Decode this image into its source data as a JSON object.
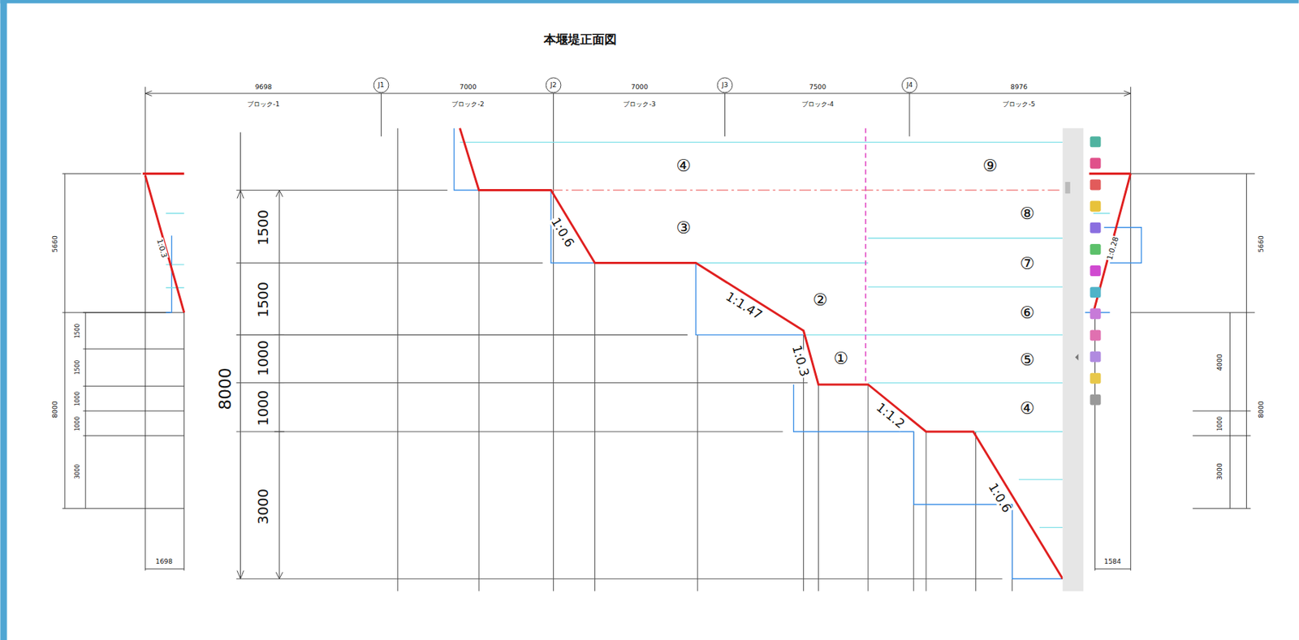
{
  "diagram": {
    "title": "本堰堤正面図",
    "labels": [
      "9698",
      "ブロック-1",
      "J1",
      "7000",
      "ブロック-2",
      "J2",
      "7000",
      "ブロック-3",
      "J3",
      "7500",
      "ブロック-4",
      "J4",
      "8976",
      "ブロック-5",
      "5660",
      "1:0.3",
      "1500",
      "1500",
      "1000",
      "1000",
      "3000",
      "8000",
      "1698",
      "8000",
      "1500",
      "1500",
      "1000",
      "1000",
      "3000",
      "④",
      "③",
      "1:0.6",
      "1:1.47",
      "②",
      "1:0.3",
      "①",
      "1:1.2",
      "1:0.6",
      "⑨",
      "⑧",
      "⑦",
      "⑥",
      "⑤",
      "④",
      "5660",
      "1:0.28",
      "4000",
      "1000",
      "3000",
      "8000",
      "1584"
    ]
  }
}
